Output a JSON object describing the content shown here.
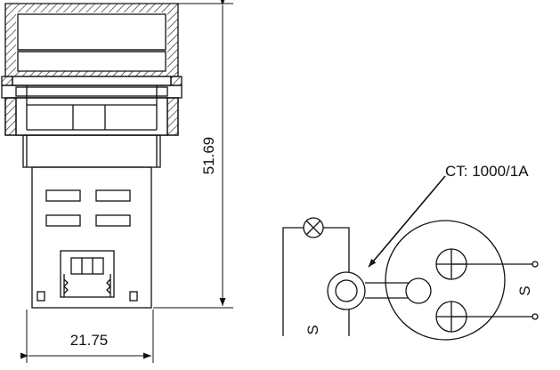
{
  "dimensions": {
    "height_label": "51.69",
    "width_label": "21.75"
  },
  "wiring": {
    "ct_label": "CT: 1000/1A",
    "supply_left_label": "S",
    "supply_right_label": "S"
  },
  "colors": {
    "line": "#111111",
    "background": "#ffffff"
  }
}
